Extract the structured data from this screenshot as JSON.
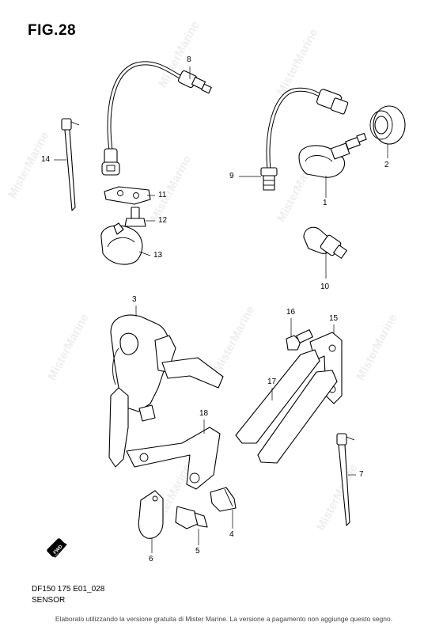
{
  "figure": {
    "title": "FIG.28",
    "model_code": "DF150 175 E01_028",
    "section_name": "SENSOR"
  },
  "watermark_text": "MisterMarine",
  "footer_notice": "Elaborato utilizzando la versione gratuita di Mister Marine. La versione a pagamento non aggiunge questo segno.",
  "callouts": [
    {
      "id": "p1",
      "label": "1"
    },
    {
      "id": "p2",
      "label": "2"
    },
    {
      "id": "p3",
      "label": "3"
    },
    {
      "id": "p4",
      "label": "4"
    },
    {
      "id": "p5",
      "label": "5"
    },
    {
      "id": "p6",
      "label": "6"
    },
    {
      "id": "p7",
      "label": "7"
    },
    {
      "id": "p8",
      "label": "8"
    },
    {
      "id": "p9",
      "label": "9"
    },
    {
      "id": "p10",
      "label": "10"
    },
    {
      "id": "p11",
      "label": "11"
    },
    {
      "id": "p12",
      "label": "12"
    },
    {
      "id": "p13",
      "label": "13"
    },
    {
      "id": "p14",
      "label": "14"
    },
    {
      "id": "p15",
      "label": "15"
    },
    {
      "id": "p16",
      "label": "16"
    },
    {
      "id": "p17",
      "label": "17"
    },
    {
      "id": "p18",
      "label": "18"
    }
  ],
  "fwd_badge": "FWD",
  "colors": {
    "ink": "#000000",
    "paper": "#ffffff",
    "watermark": "#eeeeee"
  }
}
